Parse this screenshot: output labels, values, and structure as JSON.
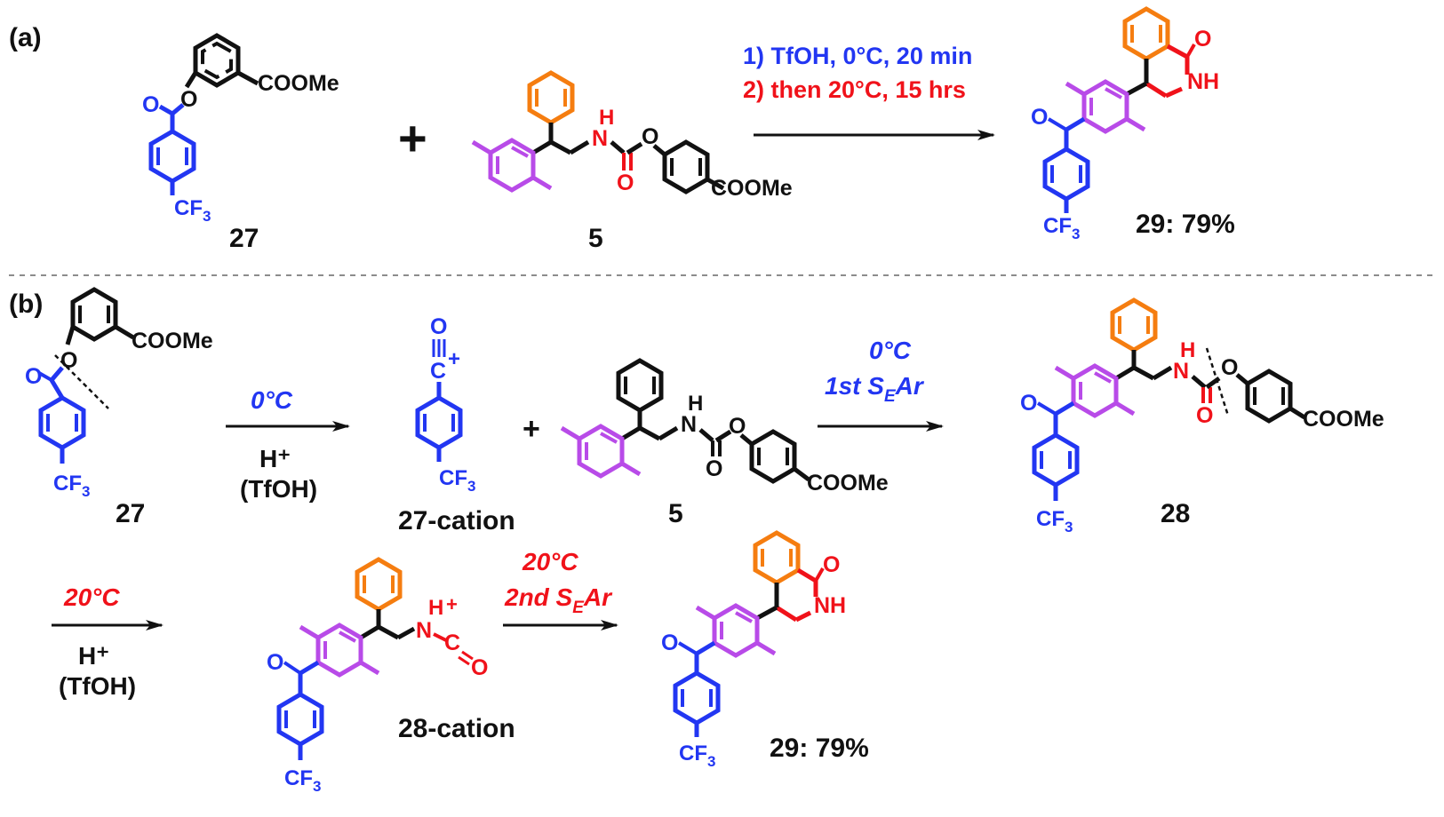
{
  "panels": {
    "a": "(a)",
    "b": "(b)"
  },
  "colors": {
    "blue": "#2236f2",
    "red": "#f0121a",
    "orange": "#f57d10",
    "purple": "#b84be8",
    "black": "#111111",
    "divider": "#666666"
  },
  "panel_a": {
    "reactant1": {
      "number": "27",
      "ester": "COOMe",
      "oxygen": "O",
      "carbonyl_O": "O",
      "cf3": "CF",
      "cf3_sub": "3"
    },
    "plus": "+",
    "reactant2": {
      "number": "5",
      "nh_h": "H",
      "nh_n": "N",
      "carbonyl_O": "O",
      "ester_O": "O",
      "ester": "COOMe"
    },
    "conditions": {
      "step1": "1) TfOH, 0°C, 20 min",
      "step2": "2) then 20°C, 15 hrs"
    },
    "product": {
      "label": "29: 79%",
      "lactam_O": "O",
      "nh": "NH",
      "ketone_O": "O",
      "cf3": "CF",
      "cf3_sub": "3"
    }
  },
  "panel_b": {
    "start": {
      "number": "27",
      "ester": "COOMe",
      "oxygen": "O",
      "carbonyl_O": "O",
      "cf3": "CF",
      "cf3_sub": "3"
    },
    "arrow1": {
      "temp": "0°C",
      "reagent": "H⁺",
      "reagent2": "(TfOH)"
    },
    "acylium": {
      "label": "27-cation",
      "O": "O",
      "C": "C",
      "charge": "+",
      "cf3": "CF",
      "cf3_sub": "3"
    },
    "plus": "+",
    "carbamate": {
      "number": "5",
      "nh_h": "H",
      "nh_n": "N",
      "carbonyl_O": "O",
      "ester_O": "O",
      "ester": "COOMe"
    },
    "arrow2": {
      "temp": "0°C",
      "step": "1st S",
      "step_sub": "E",
      "step_end": "Ar"
    },
    "intermediate": {
      "number": "28",
      "nh_h": "H",
      "nh_n": "N",
      "carbonyl_O": "O",
      "ester_O": "O",
      "ester": "COOMe",
      "ketone_O": "O",
      "cf3": "CF",
      "cf3_sub": "3"
    },
    "arrow3": {
      "temp": "20°C",
      "reagent": "H⁺",
      "reagent2": "(TfOH)"
    },
    "isocyanate": {
      "label": "28-cation",
      "nh_h": "H",
      "nh_n": "N",
      "C": "C",
      "charge": "+",
      "O": "O",
      "ketone_O": "O",
      "cf3": "CF",
      "cf3_sub": "3"
    },
    "arrow4": {
      "temp": "20°C",
      "step": "2nd S",
      "step_sub": "E",
      "step_end": "Ar"
    },
    "product": {
      "label": "29: 79%",
      "lactam_O": "O",
      "nh": "NH",
      "ketone_O": "O",
      "cf3": "CF",
      "cf3_sub": "3"
    }
  }
}
